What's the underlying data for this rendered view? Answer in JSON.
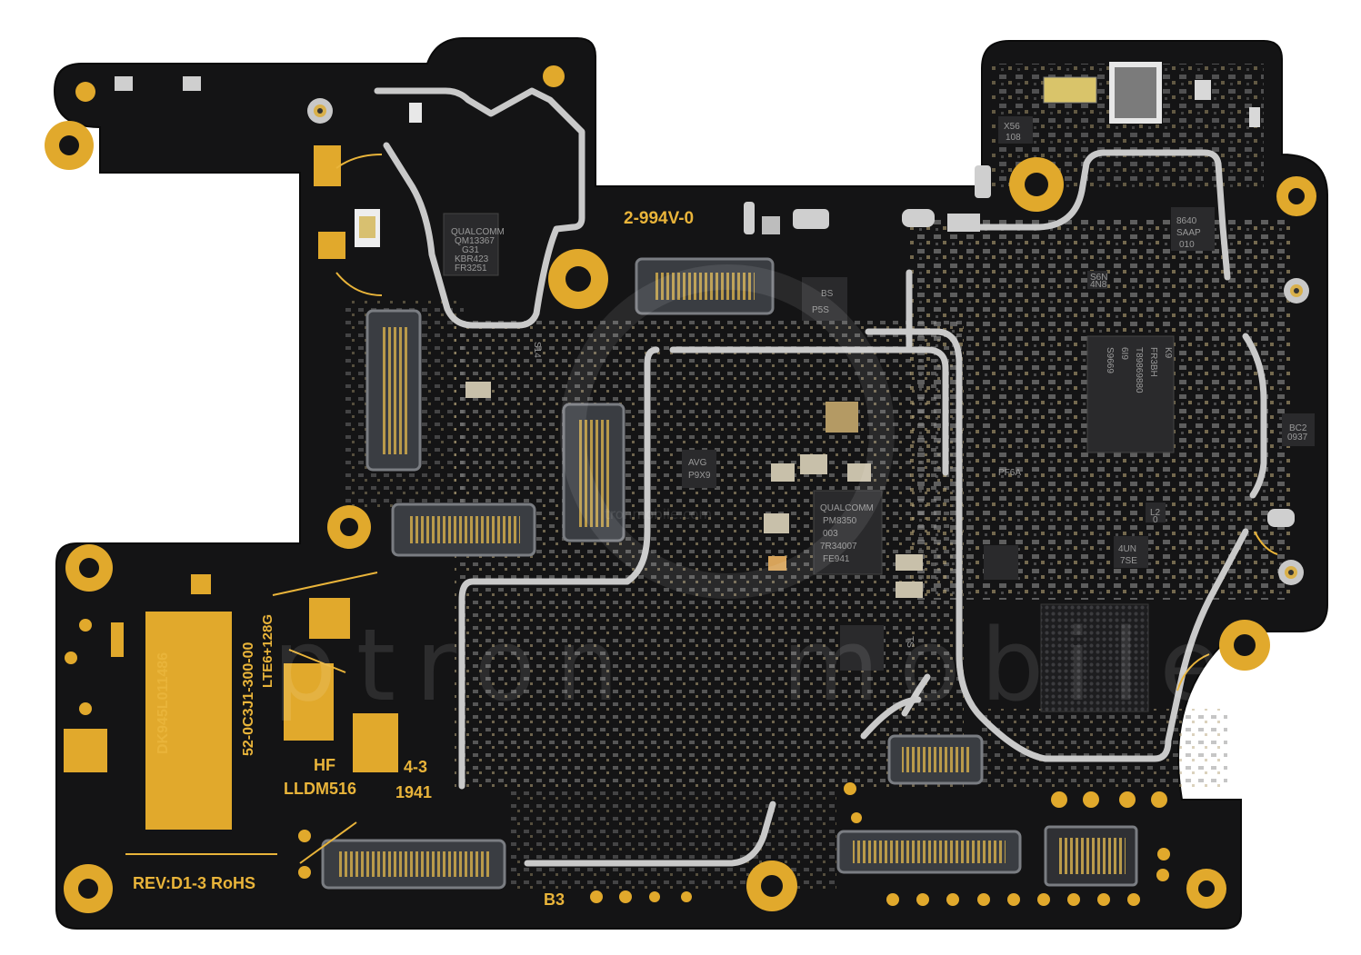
{
  "colors": {
    "board": "#141415",
    "gold": "#e1a92c",
    "silk": "#e9b43a",
    "shield": "#c9c9c9",
    "chip": "#2a2a2c",
    "connector": "#3a3d42"
  },
  "silkscreen": {
    "pn": "2-994V-0",
    "rev": "REV:D1-3 RoHS",
    "hf": "HF",
    "model": "LLDM516",
    "date": "1941",
    "ver": "4-3",
    "b3": "B3",
    "serial": "DK945L011486",
    "part": "52-0C3J1-300-00",
    "mem": "LTE6+128G"
  },
  "chips": {
    "qcom1": [
      "QUALCOMM",
      "QM13367",
      "G31",
      "KBR423",
      "FR3251"
    ],
    "pmic": [
      "QUALCOMM",
      "PM8350",
      "003",
      "7R34007",
      "FE941"
    ],
    "avg": [
      "AVG",
      "P9X9"
    ],
    "p5s": [
      "P5S",
      "BS"
    ],
    "x56": [
      "X56",
      "108"
    ],
    "c8640": [
      "8640",
      "SAAP",
      "010"
    ],
    "soc": [
      "K9",
      "FR3BH",
      "T89869880",
      "6I9",
      "S9669"
    ],
    "bc2": [
      "BC2",
      "0937"
    ],
    "l2": [
      "L2",
      "0"
    ],
    "s6n": [
      "S6N",
      "4N8"
    ],
    "g4": [
      "4UN",
      "7SE"
    ],
    "pf": [
      "PF6A"
    ],
    "s14": [
      "S14"
    ],
    "ts": [
      "TS"
    ]
  },
  "watermark": [
    "ptron",
    "mobile",
    "tronmobile.com"
  ]
}
